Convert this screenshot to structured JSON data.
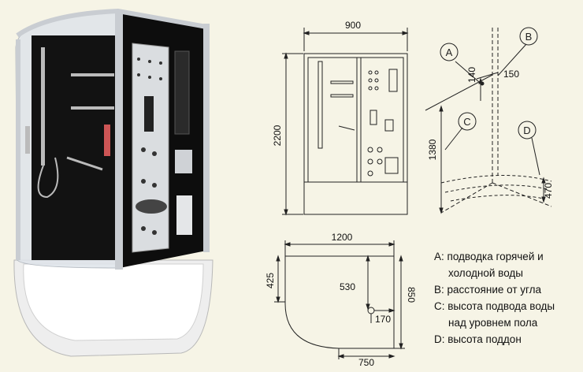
{
  "colors": {
    "background": "#f6f4e6",
    "line": "#222222",
    "panel": "#111111",
    "frame": "#c9cdd2"
  },
  "front_view": {
    "width": "900",
    "height": "2200"
  },
  "plan_view": {
    "width": "1200",
    "depth": "850",
    "side": "425",
    "drain_y": "530",
    "drain_x": "170",
    "front": "750"
  },
  "corner_view": {
    "label_a": "A",
    "label_b": "B",
    "label_c": "C",
    "label_d": "D",
    "dim_a": "140",
    "dim_b": "150",
    "dim_c": "1380",
    "dim_d": "470"
  },
  "legend": {
    "a1": "A: подводка горячей и",
    "a2": "холодной воды",
    "b": "B: расстояние от угла",
    "c1": "C: высота подвода воды",
    "c2": "над  уровнем пола",
    "d": "D: высота поддон"
  }
}
